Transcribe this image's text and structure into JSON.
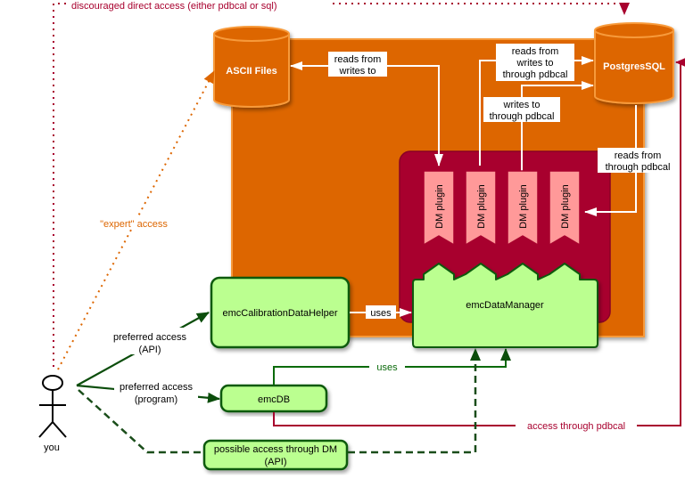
{
  "diagram": {
    "top_link_label": "discouraged direct access (either pdbcal or sql)",
    "expert_label": "\"expert\" access",
    "ascii_files": "ASCII Files",
    "postgres": "PostgresSQL",
    "ascii_link": [
      "reads from",
      "writes to"
    ],
    "pg_link1": [
      "reads from",
      "writes to",
      "through pdbcal"
    ],
    "pg_link2": [
      "writes to",
      "through pdbcal"
    ],
    "pg_link3": [
      "reads from",
      "through pdbcal"
    ],
    "plugins": [
      "DM plugin",
      "DM plugin",
      "DM plugin",
      "DM plugin"
    ],
    "data_manager": "emcDataManager",
    "helper": "emcCalibrationDataHelper",
    "uses_label": "uses",
    "emcdb": "emcDB",
    "uses_label2": "uses",
    "access_pdbcal": "access through pdbcal",
    "api_access": [
      "preferred access",
      "(API)"
    ],
    "program_access": [
      "preferred access",
      "(program)"
    ],
    "possible_access": [
      "possible access through DM",
      "(API)"
    ],
    "actor": "you"
  },
  "colors": {
    "orange": "#dd6600",
    "orange_border": "#f79a3a",
    "crimson": "#a8002e",
    "pink": "#ff9999",
    "green_fill": "#bbff90",
    "green_border": "#0b5a0b",
    "dark_green": "#1a4d1a"
  }
}
